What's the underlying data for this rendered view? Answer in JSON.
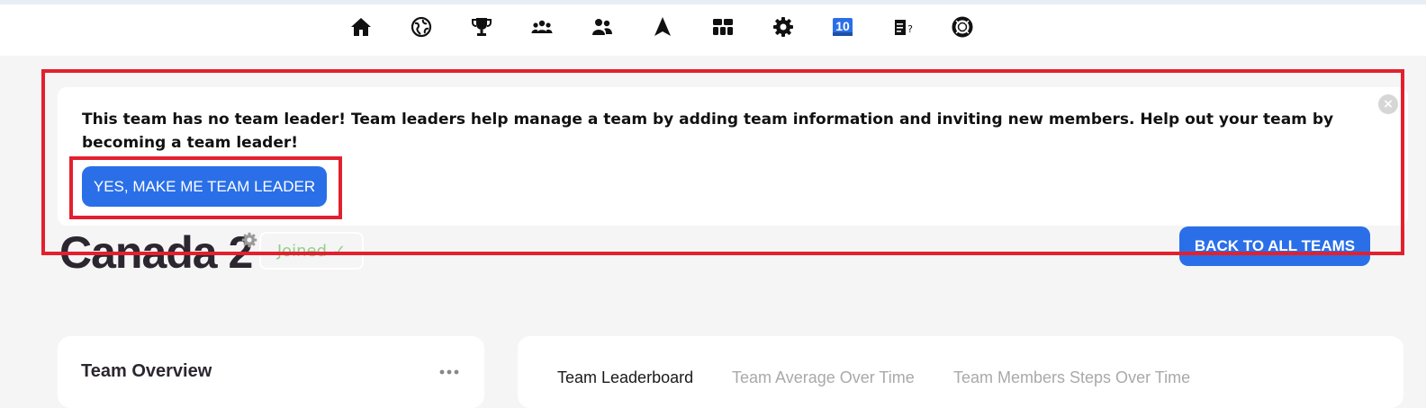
{
  "nav": {
    "icons": [
      "home-icon",
      "globe-icon",
      "trophy-icon",
      "group-icon",
      "people-icon",
      "arrow-icon",
      "grid-icon",
      "gear-icon",
      "calendar-icon",
      "quiz-icon",
      "lifebuoy-icon"
    ],
    "calendar_number": "10",
    "quiz_mark": "?"
  },
  "banner": {
    "message": "This team has no team leader! Team leaders help manage a team by adding team information and inviting new members. Help out your team by becoming a team leader!",
    "close_symbol": "×",
    "leader_button": "YES, MAKE ME TEAM LEADER"
  },
  "team": {
    "name": "Canada 2",
    "joined_label": "Joined",
    "joined_check": "✓",
    "back_button": "BACK TO ALL TEAMS"
  },
  "overview": {
    "title": "Team Overview"
  },
  "tabs": [
    "Team Leaderboard",
    "Team Average Over Time",
    "Team Members Steps Over Time"
  ],
  "colors": {
    "primary": "#2a6fe8",
    "highlight": "#e3202e",
    "joined": "#8fd18f"
  }
}
